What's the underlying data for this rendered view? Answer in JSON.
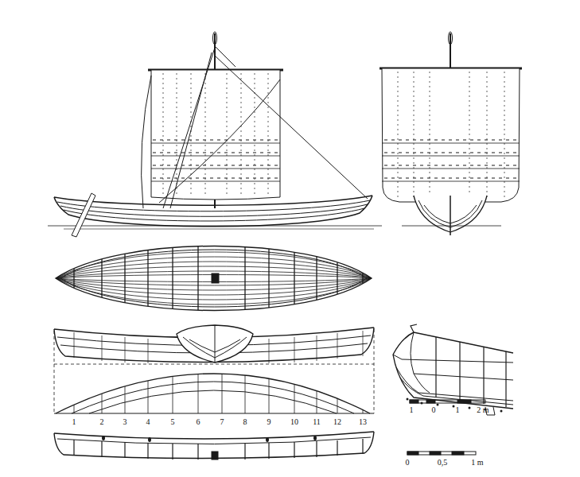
{
  "diagram": {
    "labels": [
      "1",
      "0",
      "1",
      "2 m",
      "1",
      "2",
      "3",
      "4",
      "5",
      "6",
      "7",
      "8",
      "9",
      "10",
      "11",
      "12",
      "13",
      "0",
      "0,5",
      "1 m"
    ]
  }
}
